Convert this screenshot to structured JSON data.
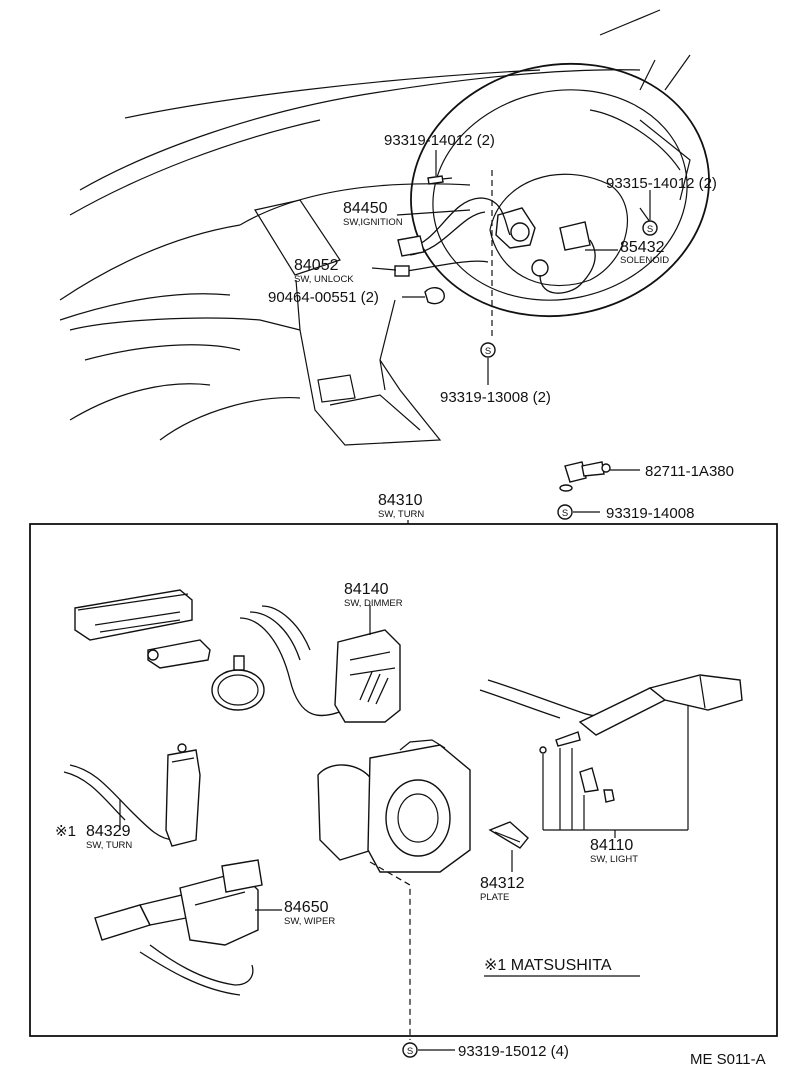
{
  "labels": {
    "p93319_14012": "93319-14012 (2)",
    "p93315_14012": "93315-14012 (2)",
    "p84450": "84450",
    "p84450_desc": "SW,IGNITION",
    "p84052": "84052",
    "p84052_desc": "SW, UNLOCK",
    "p85432": "85432",
    "p85432_desc": "SOLENOID",
    "p90464_00551": "90464-00551 (2)",
    "p93319_13008": "93319-13008 (2)",
    "p82711_1A380": "82711-1A380",
    "p93319_14008": "93319-14008",
    "p84310": "84310",
    "p84310_desc": "SW, TURN",
    "p84140": "84140",
    "p84140_desc": "SW, DIMMER",
    "p84329": "84329",
    "p84329_mark": "※1",
    "p84329_desc": "SW, TURN",
    "p84110": "84110",
    "p84110_desc": "SW, LIGHT",
    "p84650": "84650",
    "p84650_desc": "SW, WIPER",
    "p84312": "84312",
    "p84312_desc": "PLATE",
    "note_matsushita": "※1 MATSUSHITA",
    "p93319_15012": "93319-15012 (4)",
    "diagram_code": "ME S011-A",
    "s_symbol": "S"
  }
}
